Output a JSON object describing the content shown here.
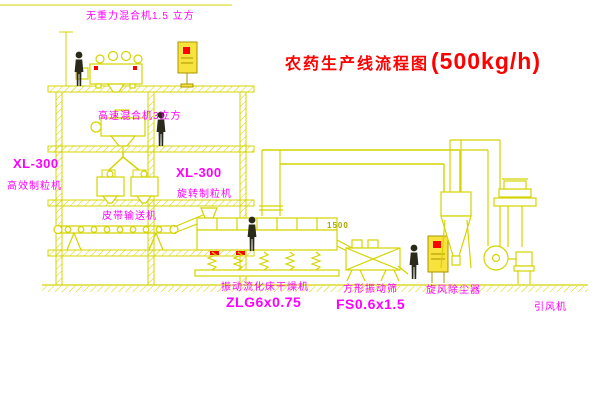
{
  "title": {
    "name": "农药生产线流程图",
    "capacity": "(500kg/h)"
  },
  "labels": {
    "gravity_mixer": "无重力混合机1.5 立方",
    "high_speed_mixer": "高速混合机3立方",
    "xl300_left": "XL-300",
    "granulator_left": "高效制粒机",
    "xl300_mid": "XL-300",
    "granulator_mid": "旋转制粒机",
    "belt_conveyor": "皮带输送机",
    "dryer_name": "振动流化床干燥机",
    "dryer_model": "ZLG6x0.75",
    "sieve_name": "方形振动筛",
    "sieve_model": "FS0.6x1.5",
    "cyclone": "旋风除尘器",
    "fan": "引风机",
    "dimension_1500": "1500"
  },
  "colors": {
    "line": "#d4d400",
    "label": "#ff00ff",
    "title": "#ff0000",
    "cabinet_fill": "#f7e23e",
    "accent_red": "#ff0000",
    "figure": "#2a2a1a"
  }
}
